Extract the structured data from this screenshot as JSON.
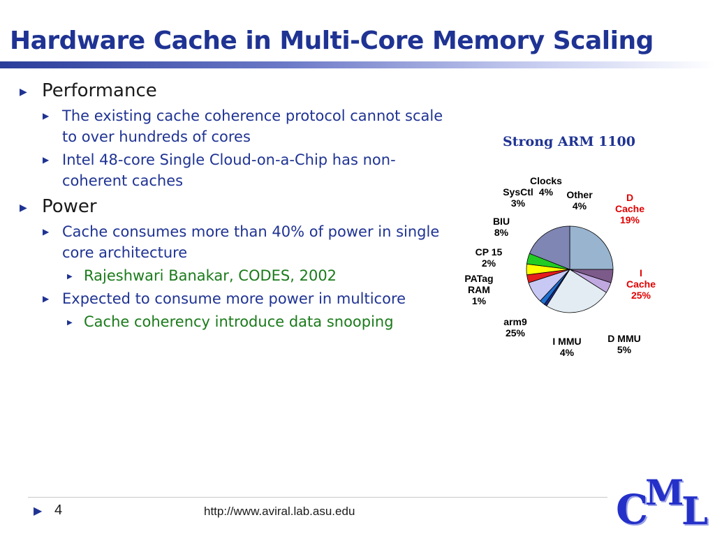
{
  "slide": {
    "title": "Hardware Cache in Multi-Core Memory Scaling",
    "bullets": [
      {
        "level": 1,
        "text": "Performance"
      },
      {
        "level": 2,
        "text": "The existing cache coherence protocol cannot scale to over hundreds of cores"
      },
      {
        "level": 2,
        "text": "Intel 48-core Single Cloud-on-a-Chip has non-coherent caches"
      },
      {
        "level": 1,
        "text": "Power"
      },
      {
        "level": 2,
        "text": "Cache consumes more than 40% of power in single core architecture"
      },
      {
        "level": 3,
        "text": "Rajeshwari Banakar, CODES, 2002"
      },
      {
        "level": 2,
        "text": "Expected to consume more power in multicore"
      },
      {
        "level": 3,
        "text": "Cache coherency introduce data snooping"
      }
    ],
    "footer": {
      "page_number": "4",
      "url": "http://www.aviral.lab.asu.edu"
    },
    "logo": {
      "c": "C",
      "m": "M",
      "l": "L"
    },
    "colors": {
      "title": "#1f3393",
      "level2_text": "#1f3393",
      "level3_text": "#1a7a1a",
      "highlight_label": "#e00000"
    }
  },
  "chart_data": {
    "type": "pie",
    "title": "Strong ARM 1100",
    "slices": [
      {
        "lines": [
          "I",
          "Cache",
          "25%"
        ],
        "value": 25,
        "color": "#98b4cf",
        "label_color": "#e00000"
      },
      {
        "lines": [
          "D MMU",
          "5%"
        ],
        "value": 5,
        "color": "#7c5a8a",
        "label_color": "#000000"
      },
      {
        "lines": [
          "I MMU",
          "4%"
        ],
        "value": 4,
        "color": "#c0a8e0",
        "label_color": "#000000"
      },
      {
        "lines": [
          "arm9",
          "25%"
        ],
        "value": 25,
        "color": "#e2ecf2",
        "label_color": "#000000"
      },
      {
        "lines": [
          "PATag",
          "RAM",
          "1%"
        ],
        "value": 1,
        "color": "#1b2a8a",
        "label_color": "#000000"
      },
      {
        "lines": [
          "CP 15",
          "2%"
        ],
        "value": 2,
        "color": "#1f6fd0",
        "label_color": "#000000"
      },
      {
        "lines": [
          "BIU",
          "8%"
        ],
        "value": 8,
        "color": "#c8c8f5",
        "label_color": "#000000"
      },
      {
        "lines": [
          "SysCtl",
          "3%"
        ],
        "value": 3,
        "color": "#e51d1d",
        "label_color": "#000000"
      },
      {
        "lines": [
          "Clocks",
          "4%"
        ],
        "value": 4,
        "color": "#ffff00",
        "label_color": "#000000"
      },
      {
        "lines": [
          "Other",
          "4%"
        ],
        "value": 4,
        "color": "#22cc22",
        "label_color": "#000000"
      },
      {
        "lines": [
          "D",
          "Cache",
          "19%"
        ],
        "value": 19,
        "color": "#7f86b3",
        "label_color": "#e00000"
      }
    ]
  }
}
